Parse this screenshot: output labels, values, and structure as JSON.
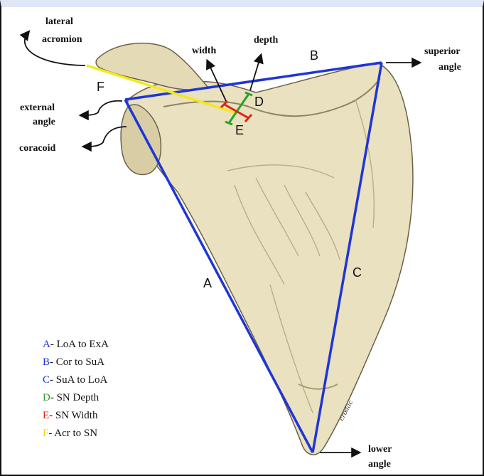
{
  "labels": {
    "lateral_acromion": [
      "lateral",
      "acromion"
    ],
    "external_angle": [
      "external",
      "angle"
    ],
    "coracoid": "coracoid",
    "width": "width",
    "depth": "depth",
    "superior_angle": [
      "superior",
      "angle"
    ],
    "lower_angle": [
      "lower",
      "angle"
    ]
  },
  "segment_letters": {
    "A": "A",
    "B": "B",
    "C": "C",
    "D": "D",
    "E": "E",
    "F": "F"
  },
  "legend": [
    {
      "letter": "A",
      "text": "- LoA to ExA",
      "color": "#1f35d6"
    },
    {
      "letter": "B",
      "text": "- Cor to SuA",
      "color": "#1f35d6"
    },
    {
      "letter": "C",
      "text": "- SuA to LoA",
      "color": "#1f35d6"
    },
    {
      "letter": "D",
      "text": "- SN Depth",
      "color": "#2aa12a"
    },
    {
      "letter": "E",
      "text": "- SN Width",
      "color": "#e0201c"
    },
    {
      "letter": "F",
      "text": "- Acr to SN",
      "color": "#f2ea1a"
    }
  ],
  "credit": "crodac",
  "colors": {
    "bone": "#e9e1bf",
    "bone_shade": "#c9bd92",
    "outline": "#6b6148",
    "blue": "#1f35d6",
    "green": "#2aa12a",
    "red": "#e0201c",
    "yellow": "#f2ea1a"
  }
}
